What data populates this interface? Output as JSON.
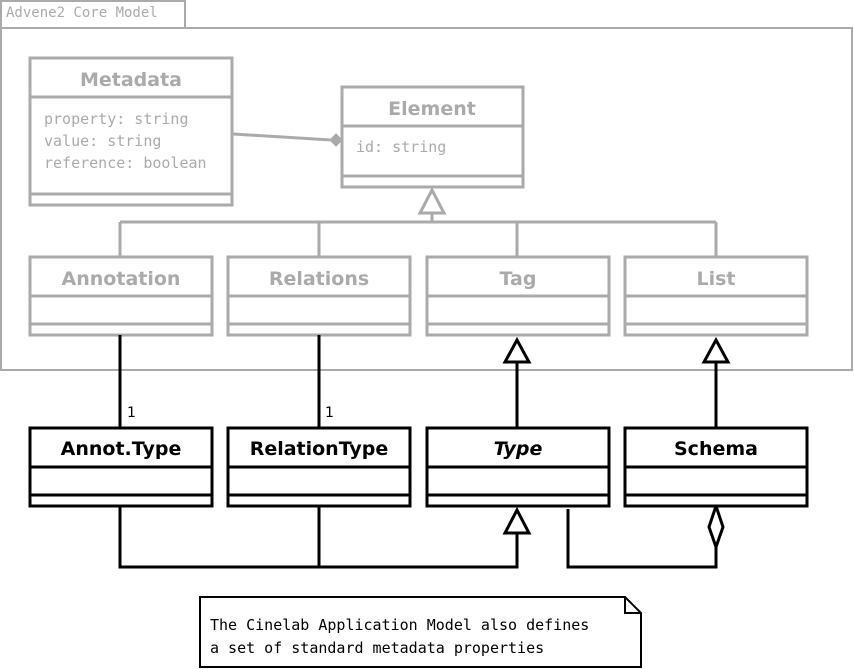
{
  "package": {
    "title": "Advene2 Core Model"
  },
  "classes": {
    "metadata": {
      "name": "Metadata",
      "attrs": [
        "property: string",
        "value: string",
        "reference: boolean"
      ]
    },
    "element": {
      "name": "Element",
      "attrs": [
        "id: string"
      ]
    },
    "annotation": {
      "name": "Annotation"
    },
    "relations": {
      "name": "Relations"
    },
    "tag": {
      "name": "Tag"
    },
    "list": {
      "name": "List"
    },
    "annot_type": {
      "name": "Annot.Type"
    },
    "relation_type": {
      "name": "RelationType"
    },
    "type": {
      "name": "Type"
    },
    "schema": {
      "name": "Schema"
    }
  },
  "multiplicities": {
    "annotation_annot_type": "1",
    "relations_relation_type": "1"
  },
  "note": {
    "lines": [
      "The Cinelab Application Model also defines",
      "a set of standard metadata properties"
    ]
  },
  "colors": {
    "core": "#aaaaaa",
    "app": "#000000",
    "background": "#ffffff"
  }
}
